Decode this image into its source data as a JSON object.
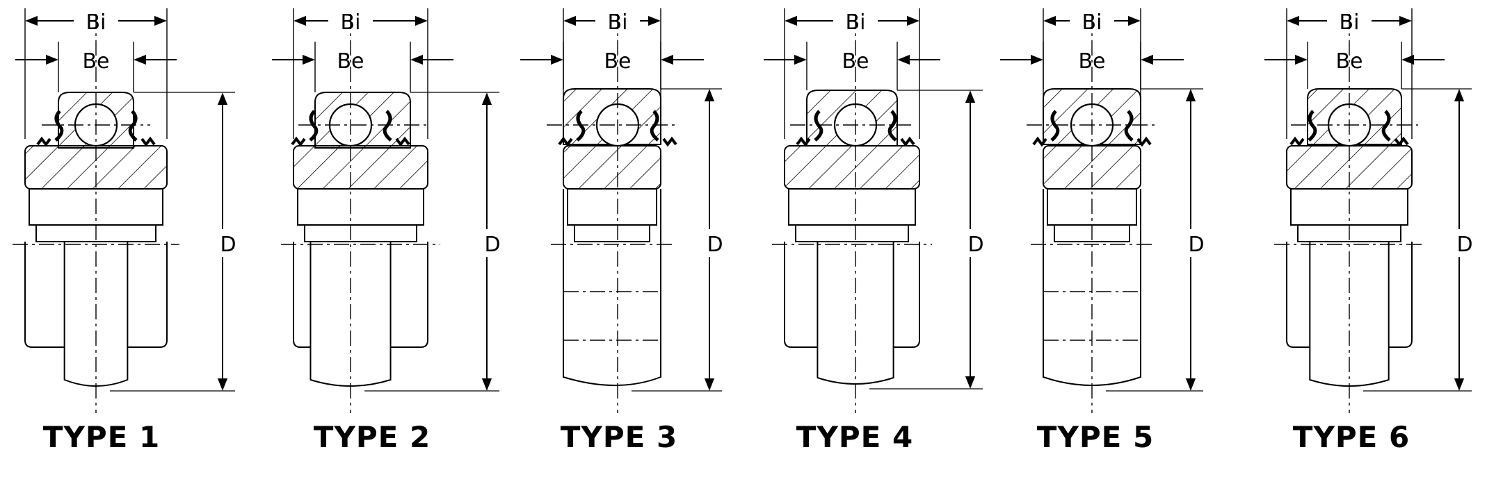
{
  "labels": {
    "inner_width": "Bi",
    "outer_width": "Be",
    "diameter": "D"
  },
  "types": [
    {
      "name": "TYPE 1"
    },
    {
      "name": "TYPE 2"
    },
    {
      "name": "TYPE 3"
    },
    {
      "name": "TYPE 4"
    },
    {
      "name": "TYPE 5"
    },
    {
      "name": "TYPE 6"
    }
  ]
}
